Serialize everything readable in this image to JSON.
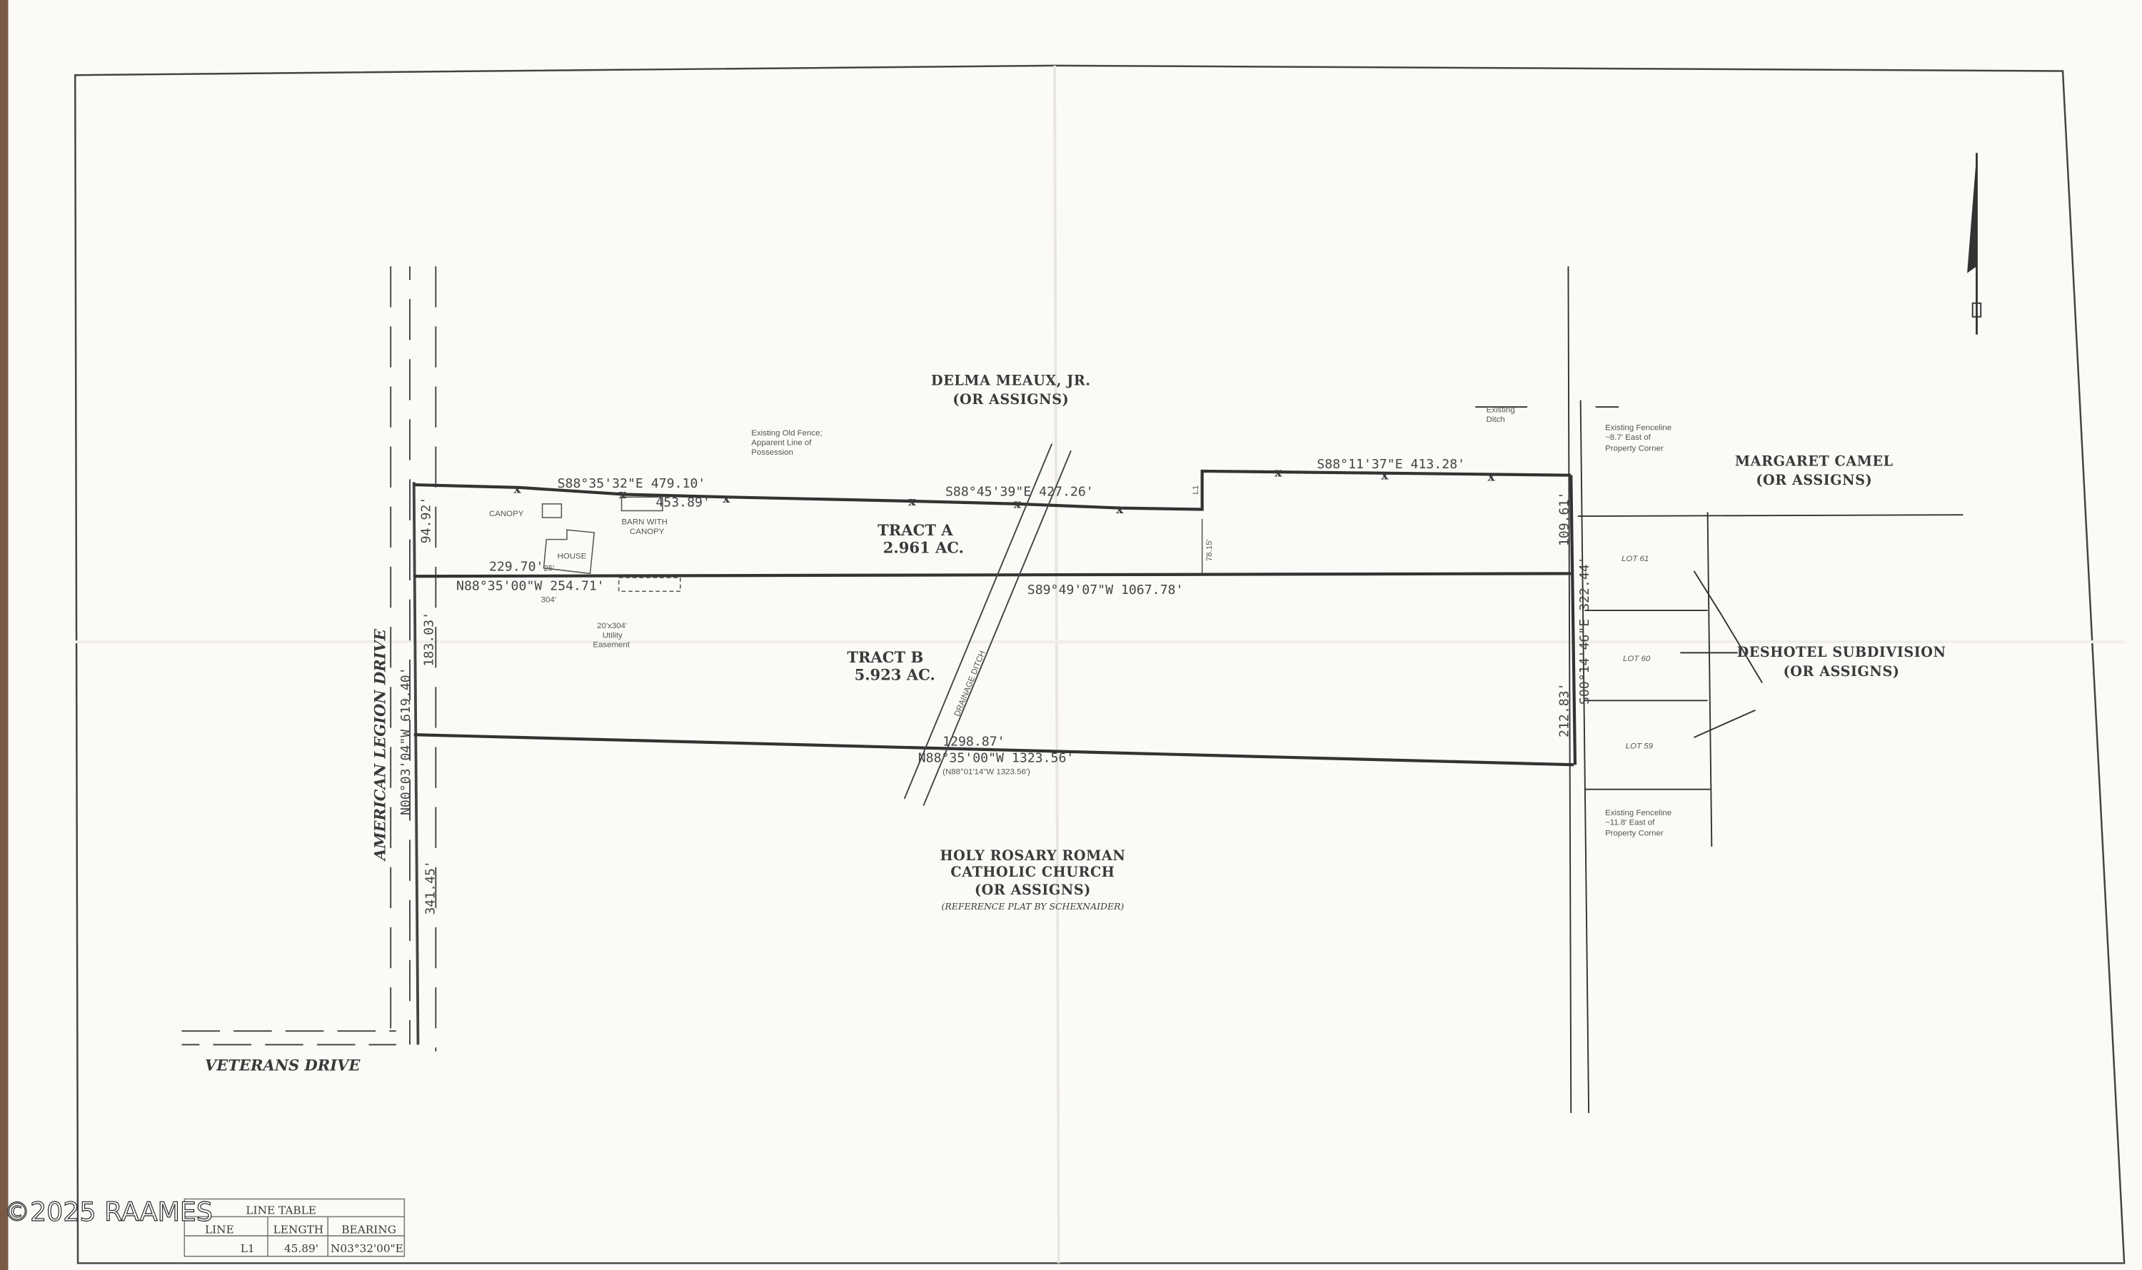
{
  "watermark": "©2025 RAAMES",
  "owners": {
    "north": [
      "DELMA MEAUX, JR.",
      "(OR ASSIGNS)"
    ],
    "east": [
      "MARGARET CAMEL",
      "(OR ASSIGNS)"
    ],
    "subdivision": [
      "DESHOTEL SUBDIVISION",
      "(OR ASSIGNS)"
    ],
    "south": [
      "HOLY ROSARY ROMAN",
      "CATHOLIC CHURCH",
      "(OR ASSIGNS)"
    ],
    "south_note": "(REFERENCE PLAT BY SCHEXNAIDER)"
  },
  "tracts": [
    {
      "name": "TRACT A",
      "area": "2.961 AC."
    },
    {
      "name": "TRACT B",
      "area": "5.923 AC."
    }
  ],
  "roads": {
    "west": "AMERICAN LEGION DRIVE",
    "south": "VETERANS DRIVE"
  },
  "lots": [
    "LOT 61",
    "LOT 60",
    "LOT 59"
  ],
  "structures": {
    "canopy": "CANOPY",
    "barn": [
      "BARN WITH",
      "CANOPY"
    ],
    "house": "HOUSE"
  },
  "notes": {
    "fence": [
      "Existing Old Fence;",
      "Apparent Line of",
      "Possession"
    ],
    "ditch": [
      "Existing",
      "Ditch"
    ],
    "fence_ne": [
      "Existing Fenceline",
      "~8.7' East of",
      "Property Corner"
    ],
    "fence_se": [
      "Existing Fenceline",
      "~11.8' East of",
      "Property Corner"
    ],
    "easement": [
      "20'x304'",
      "Utility",
      "Easement"
    ],
    "drainage": "DRAINAGE DITCH"
  },
  "dimensions": {
    "north1": "S88°35'32\"E  479.10'",
    "north1_sub": "453.89'",
    "north2": "S88°45'39\"E  427.26'",
    "north3": "S88°11'37\"E  413.28'",
    "l1": "L1",
    "offset": "78.15'",
    "middle_west": "N88°35'00\"W  254.71'",
    "middle_west_top": "229.70'",
    "middle_west_small": "25'",
    "easement_len": "304'",
    "middle_east": "S89°49'07\"W  1067.78'",
    "south_top": "1298.87'",
    "south": "N88°35'00\"W  1323.56'",
    "south_ref": "(N88°01'14\"W  1323.56')",
    "west_a": "94.92'",
    "west_b": "183.03'",
    "west_total": "N00°03'04\"W  619.40'",
    "west_c": "341.45'",
    "east_a": "109.61'",
    "east_total": "S00°14'46\"E  322.44'",
    "east_b": "212.83'"
  },
  "line_table": {
    "title": "LINE TABLE",
    "headers": [
      "LINE",
      "LENGTH",
      "BEARING"
    ],
    "rows": [
      [
        "L1",
        "45.89'",
        "N03°32'00\"E"
      ]
    ]
  },
  "colors": {
    "paper": "#fbfaf7",
    "ink": "#3a3a3a",
    "wood": "#8a6a55"
  }
}
